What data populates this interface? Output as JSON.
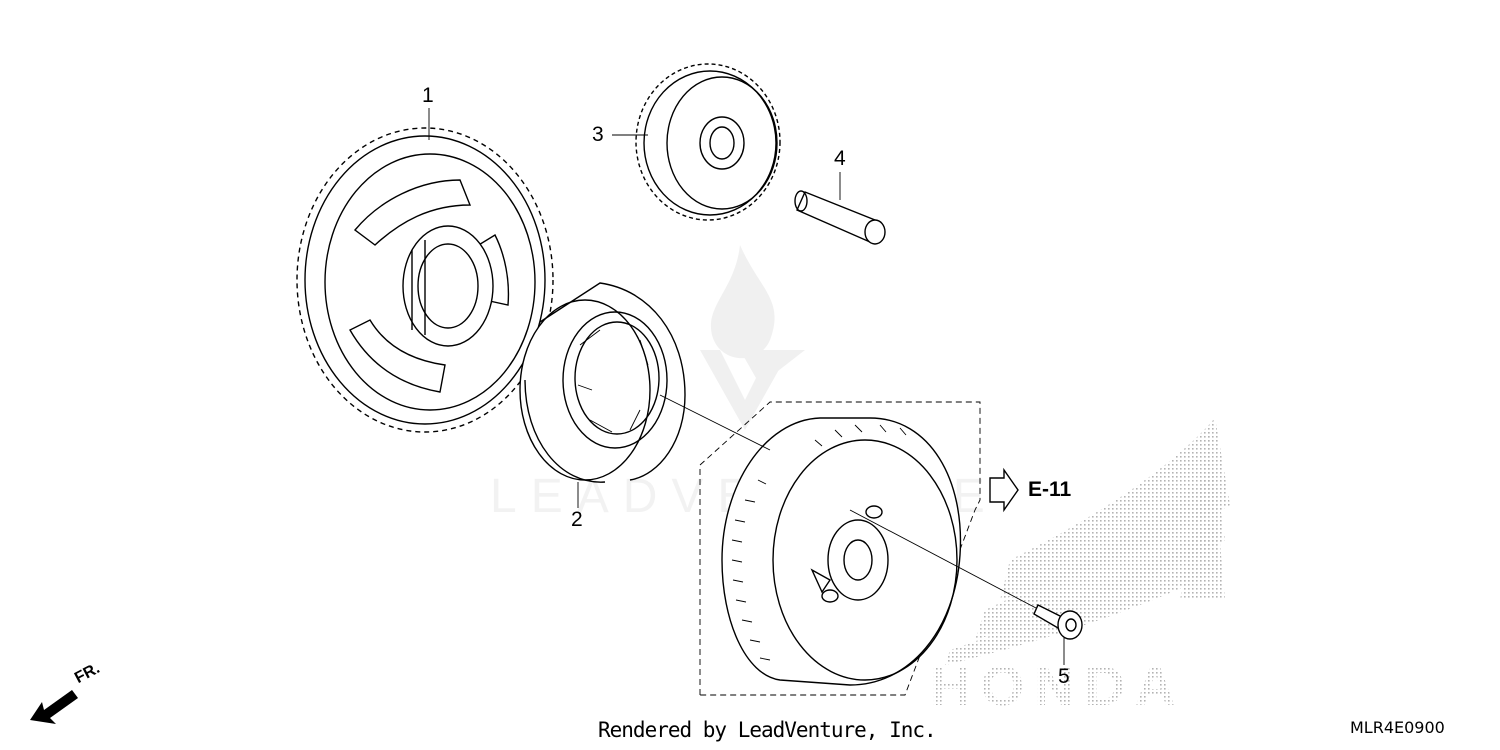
{
  "callouts": [
    {
      "id": "1",
      "label": "1"
    },
    {
      "id": "2",
      "label": "2"
    },
    {
      "id": "3",
      "label": "3"
    },
    {
      "id": "4",
      "label": "4"
    },
    {
      "id": "5",
      "label": "5"
    }
  ],
  "reference": {
    "label": "E-11"
  },
  "front_indicator": {
    "label": "FR."
  },
  "footer": {
    "credit": "Rendered by LeadVenture, Inc.",
    "diagram_code": "MLR4E0900"
  },
  "watermarks": {
    "center": "LEADVENTURE",
    "brand": "HONDA"
  }
}
